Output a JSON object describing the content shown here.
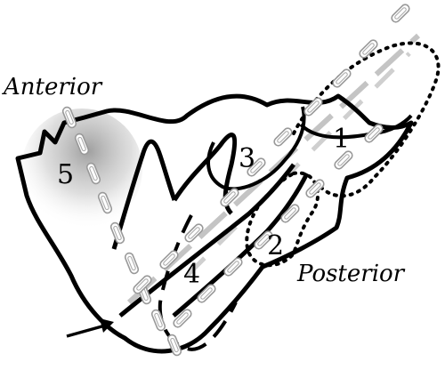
{
  "labels": {
    "anterior": "Anterior",
    "posterior": "Posterior",
    "region_1": "1",
    "region_2": "2",
    "region_3": "3",
    "region_4": "4",
    "region_5": "5"
  },
  "colors": {
    "outline": "#000000",
    "dashed_guide": "#bdbdbd",
    "paperclip": "#9a9a9a",
    "shaded_region": "#9e9e9e"
  }
}
